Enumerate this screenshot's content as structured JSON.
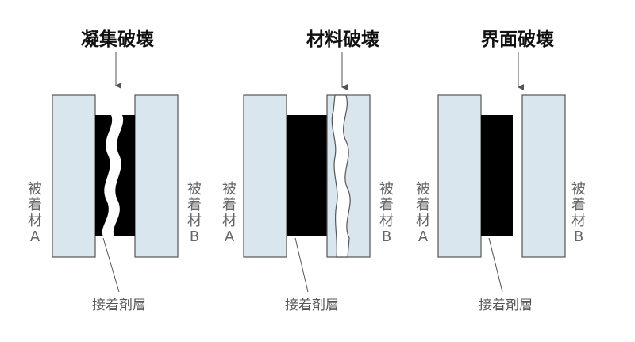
{
  "colors": {
    "plate_fill": "#d9e6ee",
    "plate_stroke": "#555555",
    "adhesive": "#000000",
    "text": "#111111",
    "label": "#555555"
  },
  "panels": [
    {
      "title": "凝集破壊",
      "adherend_a": [
        "被",
        "着",
        "材",
        "A"
      ],
      "adherend_b": [
        "被",
        "着",
        "材",
        "B"
      ],
      "adhesive_label": "接着剤層"
    },
    {
      "title": "材料破壊",
      "adherend_a": [
        "被",
        "着",
        "材",
        "A"
      ],
      "adherend_b": [
        "被",
        "着",
        "材",
        "B"
      ],
      "adhesive_label": "接着剤層"
    },
    {
      "title": "界面破壊",
      "adherend_a": [
        "被",
        "着",
        "材",
        "A"
      ],
      "adherend_b": [
        "被",
        "着",
        "材",
        "B"
      ],
      "adhesive_label": "接着剤層"
    }
  ]
}
